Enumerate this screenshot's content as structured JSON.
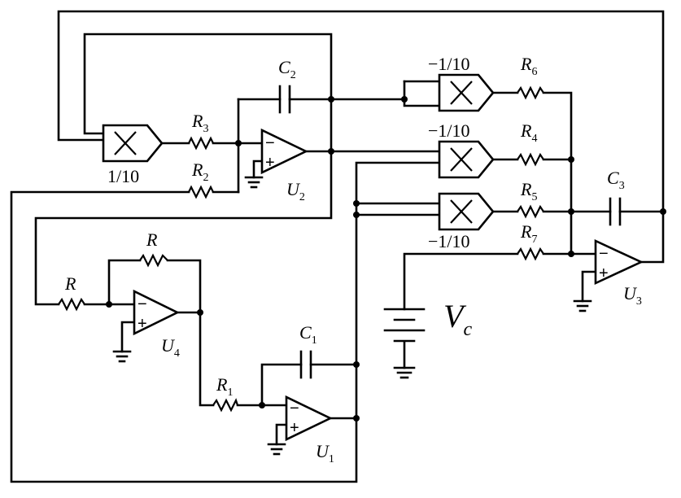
{
  "figure": {
    "labels": {
      "C2": {
        "main": "C",
        "sub": "2"
      },
      "C1": {
        "main": "C",
        "sub": "1"
      },
      "C3": {
        "main": "C",
        "sub": "3"
      },
      "R3": {
        "main": "R",
        "sub": "3"
      },
      "R2": {
        "main": "R",
        "sub": "2"
      },
      "R1": {
        "main": "R",
        "sub": "1"
      },
      "R4": {
        "main": "R",
        "sub": "4"
      },
      "R5": {
        "main": "R",
        "sub": "5"
      },
      "R6": {
        "main": "R",
        "sub": "6"
      },
      "R7": {
        "main": "R",
        "sub": "7"
      },
      "Rf": {
        "main": "R"
      },
      "Rin": {
        "main": "R"
      },
      "U1": {
        "main": "U",
        "sub": "1"
      },
      "U2": {
        "main": "U",
        "sub": "2"
      },
      "U3": {
        "main": "U",
        "sub": "3"
      },
      "U4": {
        "main": "U",
        "sub": "4"
      },
      "Vc": {
        "main": "V",
        "sub": "c"
      }
    },
    "multiplier_gains": {
      "m1": "1/10",
      "m2": "−1/10",
      "m3": "−1/10",
      "m4": "−1/10"
    },
    "op_amp_signs": {
      "minus": "−",
      "plus": "+"
    }
  }
}
